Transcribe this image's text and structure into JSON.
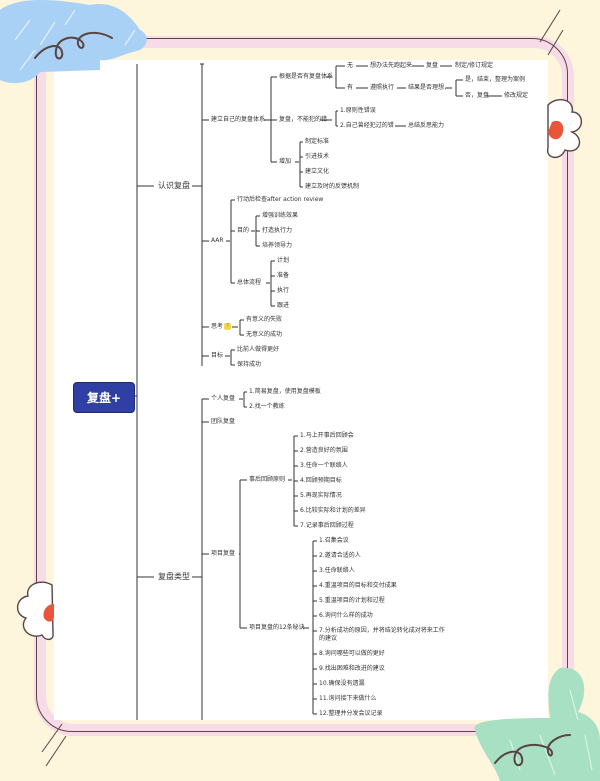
{
  "root": {
    "label": "复盘+"
  },
  "branches": [
    {
      "label": "认识复盘",
      "children": [
        {
          "label": "建立自己的复盘体系",
          "children": [
            {
              "label": "根据是否有复盘体系",
              "children": [
                {
                  "label": "无",
                  "chain": [
                    "想办法先跑起来",
                    "复盘",
                    "制定/修订规定"
                  ]
                },
                {
                  "label": "有",
                  "chain": [
                    "遵照执行",
                    "结果是否理想，"
                  ],
                  "outcomes": [
                    {
                      "label": "是，结束，整理为案例"
                    },
                    {
                      "label": "否，复盘",
                      "chain": [
                        "修改规定"
                      ]
                    }
                  ]
                }
              ]
            },
            {
              "label": "复盘，不能犯的错",
              "children": [
                {
                  "label": "1.原则性错误"
                },
                {
                  "label": "2.自己曾经犯过的错",
                  "chain": [
                    "总结反思能力"
                  ]
                }
              ]
            },
            {
              "label": "增加",
              "children": [
                {
                  "label": "制定标准"
                },
                {
                  "label": "引进技术"
                },
                {
                  "label": "建立文化"
                },
                {
                  "label": "建立及时的反馈机制"
                }
              ]
            }
          ]
        },
        {
          "label": "AAR",
          "children": [
            {
              "label": "行动后检查after action review"
            },
            {
              "label": "目的",
              "children": [
                {
                  "label": "增强训练效果"
                },
                {
                  "label": "打造执行力"
                },
                {
                  "label": "培养领导力"
                }
              ]
            },
            {
              "label": "总体流程",
              "children": [
                {
                  "label": "计划"
                },
                {
                  "label": "准备"
                },
                {
                  "label": "执行"
                },
                {
                  "label": "跟进"
                }
              ]
            }
          ]
        },
        {
          "label": "思考",
          "badge": "🤔",
          "children": [
            {
              "label": "有意义的失败"
            },
            {
              "label": "无意义的成功"
            }
          ]
        },
        {
          "label": "目标",
          "children": [
            {
              "label": "比前人做得更好"
            },
            {
              "label": "保持成功"
            }
          ]
        }
      ]
    },
    {
      "label": "复盘类型",
      "children": [
        {
          "label": "个人复盘",
          "children": [
            {
              "label": "1.简易复盘，使用复盘模板"
            },
            {
              "label": "2.找一个教练"
            }
          ]
        },
        {
          "label": "团队复盘"
        },
        {
          "label": "项目复盘",
          "children": [
            {
              "label": "事后回顾原则",
              "children": [
                {
                  "label": "1.马上开事后回顾会"
                },
                {
                  "label": "2.营造良好的氛围"
                },
                {
                  "label": "3.任命一个联络人"
                },
                {
                  "label": "4.回顾预期目标"
                },
                {
                  "label": "5.再现实际情况"
                },
                {
                  "label": "6.比较实际和计划的差异"
                },
                {
                  "label": "7.记录事后回顾过程"
                }
              ]
            },
            {
              "label": "项目复盘的12条秘诀",
              "children": [
                {
                  "label": "1.召集会议"
                },
                {
                  "label": "2.邀请合适的人"
                },
                {
                  "label": "3.任命联络人"
                },
                {
                  "label": "4.重温项目的目标和交付成果"
                },
                {
                  "label": "5.重温项目的计划和过程"
                },
                {
                  "label": "6.询问什么样的成功"
                },
                {
                  "label": "7.分析成功的原因，并将结论转化成对将来工作的建议"
                },
                {
                  "label": "8.询问哪些可以做的更好"
                },
                {
                  "label": "9.找出困难和改进的建议"
                },
                {
                  "label": "10.确保没有遗漏"
                },
                {
                  "label": "11.询问接下来做什么"
                },
                {
                  "label": "12.整理并分发会议记录"
                }
              ]
            }
          ]
        }
      ]
    }
  ],
  "decor": {
    "colors": {
      "background": "#fdf6dc",
      "frame_pink": "#f7dbe6",
      "frame_line": "#5a4444",
      "cloud_blue": "#a9d0f5",
      "cloud_green": "#a8e0c4",
      "accent_red": "#e9553a",
      "root_fill": "#2f3fa3"
    }
  }
}
